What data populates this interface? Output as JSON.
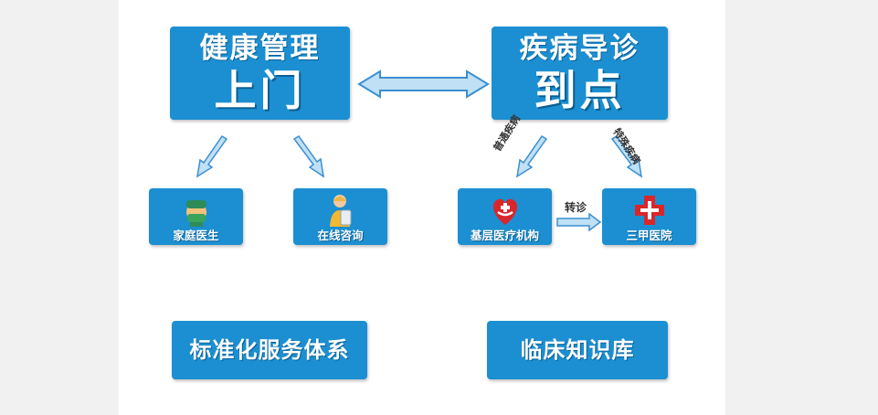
{
  "top_boxes": {
    "health": {
      "line1": "健康管理",
      "line2": "上门"
    },
    "triage": {
      "line1": "疾病导诊",
      "line2": "到点"
    }
  },
  "small_boxes": {
    "family_doctor": "家庭医生",
    "online_consult": "在线咨询",
    "primary_care": "基层医疗机构",
    "tertiary_hospital": "三甲医院"
  },
  "arrow_labels": {
    "common_disease": "普通疾病",
    "special_disease": "特殊疾病",
    "referral": "转诊"
  },
  "bottom_boxes": {
    "service_system": "标准化服务体系",
    "knowledge_base": "临床知识库"
  },
  "colors": {
    "box_blue": "#1b8fd1",
    "arrow_fill": "#bfe0f5",
    "arrow_stroke": "#3d8fd0",
    "icon_red": "#d9262b"
  }
}
